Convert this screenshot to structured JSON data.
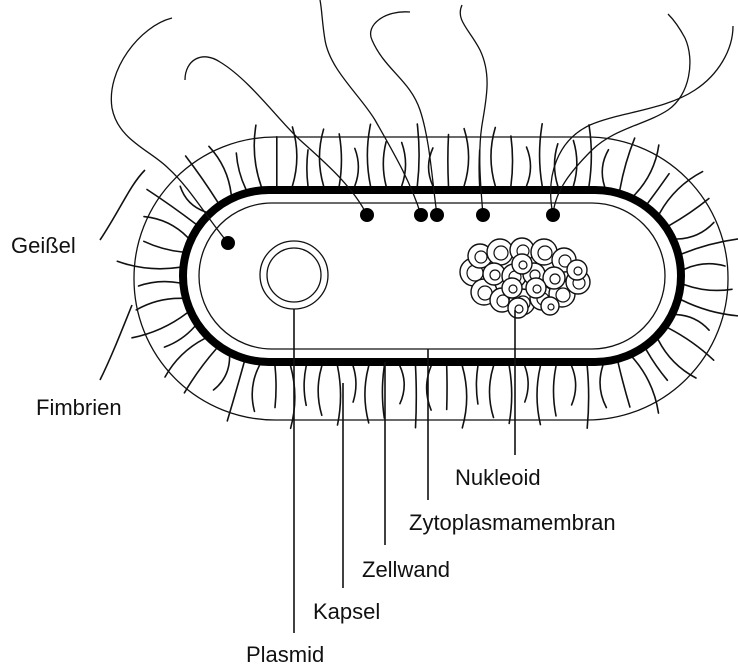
{
  "labels": {
    "geissel": "Geißel",
    "fimbrien": "Fimbrien",
    "nukleoid": "Nukleoid",
    "zytoplasmamembran": "Zytoplasmamembran",
    "zellwand": "Zellwand",
    "kapsel": "Kapsel",
    "plasmid": "Plasmid"
  }
}
